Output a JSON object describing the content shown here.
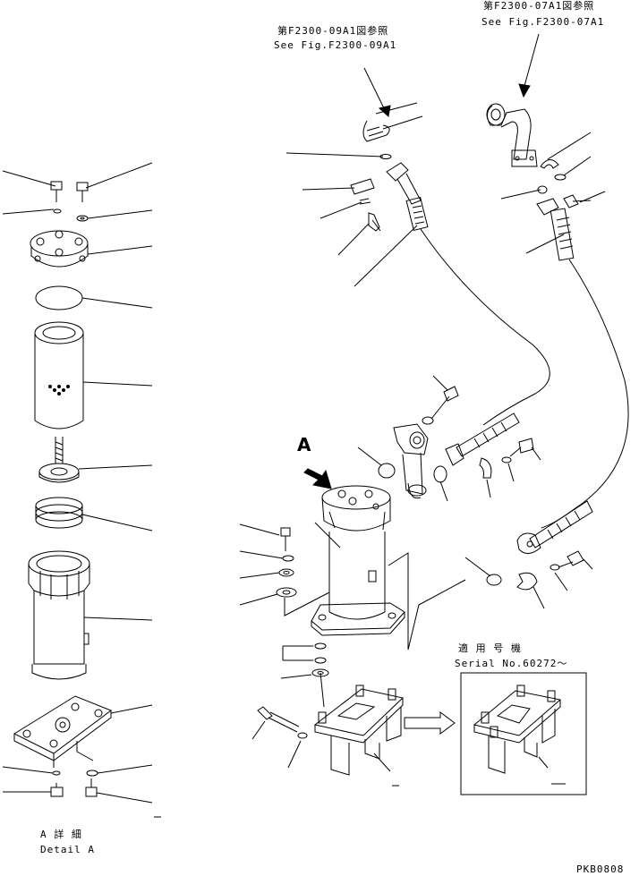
{
  "refs": {
    "ref1_jp": "第F2300-09A1図参照",
    "ref1_en": "See Fig.F2300-09A1",
    "ref2_jp": "第F2300-07A1図参照",
    "ref2_en": "See Fig.F2300-07A1"
  },
  "detail": {
    "marker": "A",
    "title_jp": "A 詳 細",
    "title_en": "Detail A"
  },
  "serial": {
    "title_jp": "適 用 号 機",
    "text": "Serial No.60272～"
  },
  "drawing_code": "PKB0808"
}
